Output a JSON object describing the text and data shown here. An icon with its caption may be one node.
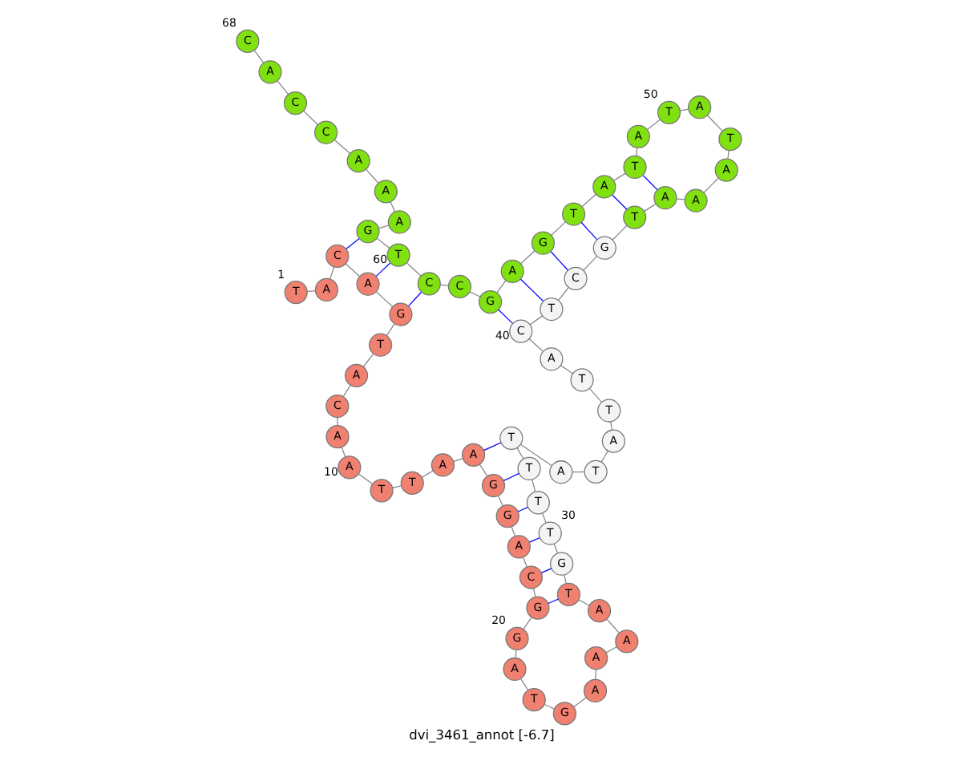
{
  "diagram": {
    "caption": "dvi_3461_annot [-6.7]",
    "nodes": [
      {
        "text": [
          "T"
        ],
        "beside": [
          "1"
        ]
      },
      {
        "text": [
          "A"
        ]
      },
      {
        "text": [
          "C"
        ]
      },
      {
        "text": [
          "A"
        ]
      },
      {
        "text": [
          "G"
        ]
      },
      {
        "text": [
          "T"
        ]
      },
      {
        "text": [
          "A"
        ]
      },
      {
        "text": [
          "C"
        ]
      },
      {
        "text": [
          "A"
        ]
      },
      {
        "text": [
          "A"
        ],
        "beside": [
          "10"
        ]
      },
      {
        "text": [
          "T"
        ]
      },
      {
        "text": [
          "T"
        ]
      },
      {
        "text": [
          "A"
        ]
      },
      {
        "text": [
          "A"
        ]
      },
      {
        "text": [
          "G"
        ]
      },
      {
        "text": [
          "G"
        ]
      },
      {
        "text": [
          "A"
        ]
      },
      {
        "text": [
          "C"
        ]
      },
      {
        "text": [
          "G"
        ]
      },
      {
        "text": [
          "G"
        ],
        "beside": [
          "20"
        ]
      },
      {
        "text": [
          "A"
        ]
      },
      {
        "text": [
          "T"
        ]
      },
      {
        "text": [
          "G"
        ]
      },
      {
        "text": [
          "A"
        ]
      },
      {
        "text": [
          "A"
        ]
      },
      {
        "text": [
          "A"
        ]
      },
      {
        "text": [
          "A"
        ]
      },
      {
        "text": [
          "T"
        ]
      },
      {
        "text": [
          "G"
        ]
      },
      {
        "text": [
          "T"
        ],
        "beside": [
          "30"
        ]
      },
      {
        "text": [
          "T"
        ]
      },
      {
        "text": [
          "T"
        ]
      },
      {
        "text": [
          "T"
        ]
      },
      {
        "text": [
          "A"
        ]
      },
      {
        "text": [
          "T"
        ]
      },
      {
        "text": [
          "A"
        ]
      },
      {
        "text": [
          "T"
        ]
      },
      {
        "text": [
          "T"
        ]
      },
      {
        "text": [
          "A"
        ]
      },
      {
        "text": [
          "C"
        ],
        "beside": [
          "40"
        ]
      },
      {
        "text": [
          "T"
        ]
      },
      {
        "text": [
          "C"
        ]
      },
      {
        "text": [
          "G"
        ]
      },
      {
        "text": [
          "T"
        ]
      },
      {
        "text": [
          "A"
        ]
      },
      {
        "text": [
          "A"
        ]
      },
      {
        "text": [
          "A"
        ]
      },
      {
        "text": [
          "T"
        ]
      },
      {
        "text": [
          "A"
        ]
      },
      {
        "text": [
          "T"
        ],
        "beside": [
          "50"
        ]
      },
      {
        "text": [
          "A"
        ]
      },
      {
        "text": [
          "T"
        ]
      },
      {
        "text": [
          "A"
        ]
      },
      {
        "text": [
          "T"
        ]
      },
      {
        "text": [
          "G"
        ]
      },
      {
        "text": [
          "A"
        ]
      },
      {
        "text": [
          "G"
        ]
      },
      {
        "text": [
          "C"
        ]
      },
      {
        "text": [
          "C"
        ]
      },
      {
        "text": [
          "T"
        ],
        "beside": [
          "60"
        ]
      },
      {
        "text": [
          "G"
        ]
      },
      {
        "text": [
          "A"
        ]
      },
      {
        "text": [
          "A"
        ]
      },
      {
        "text": [
          "A"
        ]
      },
      {
        "text": [
          "C"
        ]
      },
      {
        "text": [
          "C"
        ]
      },
      {
        "text": [
          "A"
        ]
      },
      {
        "text": [
          "C"
        ],
        "beside": [
          "68"
        ]
      }
    ],
    "edges": [
      {
        "from": 0,
        "to": 1,
        "arrow": "none"
      },
      {
        "from": 1,
        "to": 2,
        "arrow": "none"
      },
      {
        "from": 2,
        "to": 3,
        "arrow": "none"
      },
      {
        "from": 3,
        "to": 4,
        "arrow": "none"
      },
      {
        "from": 4,
        "to": 5,
        "arrow": "none"
      },
      {
        "from": 5,
        "to": 6,
        "arrow": "none"
      },
      {
        "from": 6,
        "to": 7,
        "arrow": "none"
      },
      {
        "from": 7,
        "to": 8,
        "arrow": "none"
      },
      {
        "from": 8,
        "to": 9,
        "arrow": "none"
      },
      {
        "from": 9,
        "to": 10,
        "arrow": "none"
      },
      {
        "from": 10,
        "to": 11,
        "arrow": "none"
      },
      {
        "from": 11,
        "to": 12,
        "arrow": "none"
      },
      {
        "from": 12,
        "to": 13,
        "arrow": "none"
      },
      {
        "from": 13,
        "to": 14,
        "arrow": "none"
      },
      {
        "from": 14,
        "to": 15,
        "arrow": "none"
      },
      {
        "from": 15,
        "to": 16,
        "arrow": "none"
      },
      {
        "from": 16,
        "to": 17,
        "arrow": "none"
      },
      {
        "from": 17,
        "to": 18,
        "arrow": "none"
      },
      {
        "from": 18,
        "to": 19,
        "arrow": "none"
      },
      {
        "from": 19,
        "to": 20,
        "arrow": "none"
      },
      {
        "from": 20,
        "to": 21,
        "arrow": "none"
      },
      {
        "from": 21,
        "to": 22,
        "arrow": "none"
      },
      {
        "from": 22,
        "to": 23,
        "arrow": "none"
      },
      {
        "from": 23,
        "to": 24,
        "arrow": "none"
      },
      {
        "from": 24,
        "to": 25,
        "arrow": "none"
      },
      {
        "from": 25,
        "to": 26,
        "arrow": "none"
      },
      {
        "from": 26,
        "to": 27,
        "arrow": "none"
      },
      {
        "from": 27,
        "to": 28,
        "arrow": "none"
      },
      {
        "from": 28,
        "to": 29,
        "arrow": "none"
      },
      {
        "from": 29,
        "to": 30,
        "arrow": "none"
      },
      {
        "from": 30,
        "to": 31,
        "arrow": "none"
      },
      {
        "from": 31,
        "to": 32,
        "arrow": "none"
      },
      {
        "from": 32,
        "to": 33,
        "arrow": "none"
      },
      {
        "from": 33,
        "to": 34,
        "arrow": "none"
      },
      {
        "from": 34,
        "to": 35,
        "arrow": "none"
      },
      {
        "from": 35,
        "to": 36,
        "arrow": "none"
      },
      {
        "from": 36,
        "to": 37,
        "arrow": "none"
      },
      {
        "from": 37,
        "to": 38,
        "arrow": "none"
      },
      {
        "from": 38,
        "to": 39,
        "arrow": "none"
      },
      {
        "from": 39,
        "to": 40,
        "arrow": "none"
      },
      {
        "from": 40,
        "to": 41,
        "arrow": "none"
      },
      {
        "from": 41,
        "to": 42,
        "arrow": "none"
      },
      {
        "from": 42,
        "to": 43,
        "arrow": "none"
      },
      {
        "from": 43,
        "to": 44,
        "arrow": "none"
      },
      {
        "from": 44,
        "to": 45,
        "arrow": "none"
      },
      {
        "from": 45,
        "to": 46,
        "arrow": "none"
      },
      {
        "from": 46,
        "to": 47,
        "arrow": "none"
      },
      {
        "from": 47,
        "to": 48,
        "arrow": "none"
      },
      {
        "from": 48,
        "to": 49,
        "arrow": "none"
      },
      {
        "from": 49,
        "to": 50,
        "arrow": "none"
      },
      {
        "from": 50,
        "to": 51,
        "arrow": "none"
      },
      {
        "from": 51,
        "to": 52,
        "arrow": "none"
      },
      {
        "from": 52,
        "to": 53,
        "arrow": "none"
      },
      {
        "from": 53,
        "to": 54,
        "arrow": "none"
      },
      {
        "from": 54,
        "to": 55,
        "arrow": "none"
      },
      {
        "from": 55,
        "to": 56,
        "arrow": "none"
      },
      {
        "from": 56,
        "to": 57,
        "arrow": "none"
      },
      {
        "from": 57,
        "to": 58,
        "arrow": "none"
      },
      {
        "from": 58,
        "to": 59,
        "arrow": "none"
      },
      {
        "from": 59,
        "to": 60,
        "arrow": "none"
      },
      {
        "from": 60,
        "to": 61,
        "arrow": "none"
      },
      {
        "from": 61,
        "to": 62,
        "arrow": "none"
      },
      {
        "from": 62,
        "to": 63,
        "arrow": "none"
      },
      {
        "from": 63,
        "to": 64,
        "arrow": "none"
      },
      {
        "from": 64,
        "to": 65,
        "arrow": "none"
      },
      {
        "from": 65,
        "to": 66,
        "arrow": "none"
      },
      {
        "from": 66,
        "to": 67,
        "arrow": "none"
      },
      {
        "from": 27,
        "to": 18,
        "arrow": "none",
        "color": "#0000ff"
      },
      {
        "from": 28,
        "to": 17,
        "arrow": "none",
        "color": "#0000ff"
      },
      {
        "from": 29,
        "to": 16,
        "arrow": "none",
        "color": "#0000ff"
      },
      {
        "from": 30,
        "to": 15,
        "arrow": "none",
        "color": "#0000ff"
      },
      {
        "from": 31,
        "to": 14,
        "arrow": "none",
        "color": "#0000ff"
      },
      {
        "from": 32,
        "to": 13,
        "arrow": "none",
        "color": "#0000ff"
      },
      {
        "from": 39,
        "to": 56,
        "arrow": "none",
        "color": "#0000ff"
      },
      {
        "from": 40,
        "to": 55,
        "arrow": "none",
        "color": "#0000ff"
      },
      {
        "from": 41,
        "to": 54,
        "arrow": "none",
        "color": "#0000ff"
      },
      {
        "from": 42,
        "to": 53,
        "arrow": "none",
        "color": "#0000ff"
      },
      {
        "from": 43,
        "to": 52,
        "arrow": "none",
        "color": "#0000ff"
      },
      {
        "from": 44,
        "to": 51,
        "arrow": "none",
        "color": "#0000ff"
      },
      {
        "from": 4,
        "to": 58,
        "arrow": "none",
        "color": "#0000ff"
      },
      {
        "from": 3,
        "to": 59,
        "arrow": "none",
        "color": "#0000ff"
      },
      {
        "from": 2,
        "to": 60,
        "arrow": "none",
        "color": "#0000ff"
      }
    ]
  }
}
